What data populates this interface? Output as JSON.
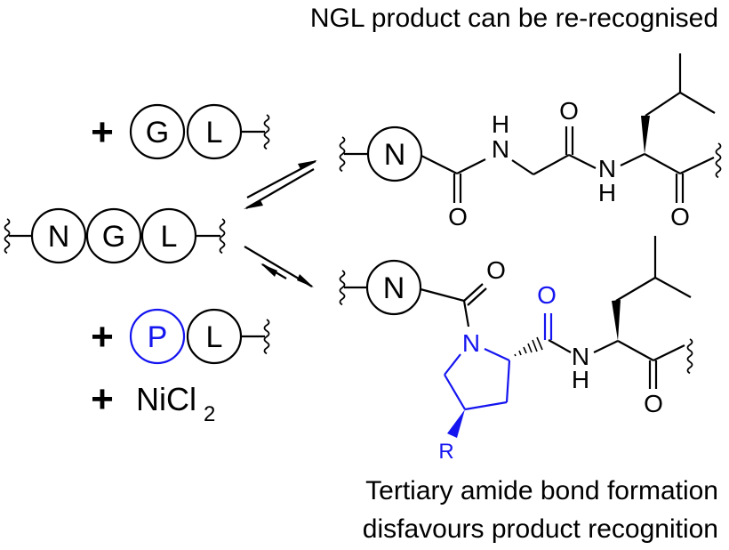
{
  "captions": {
    "top": "NGL product can be re-recognised",
    "bottom_line1": "Tertiary amide bond formation",
    "bottom_line2": "disfavours product recognition"
  },
  "reagents": {
    "plus": "+",
    "top_residues": [
      "G",
      "L"
    ],
    "middle_residues": [
      "N",
      "G",
      "L"
    ],
    "bottom_residues": [
      "P",
      "L"
    ],
    "salt": "NiCl",
    "salt_subscript": "2"
  },
  "atoms": {
    "N": "N",
    "O": "O",
    "H": "H",
    "R": "R"
  },
  "colors": {
    "black": "#000000",
    "proline_blue": "#1515f0"
  }
}
